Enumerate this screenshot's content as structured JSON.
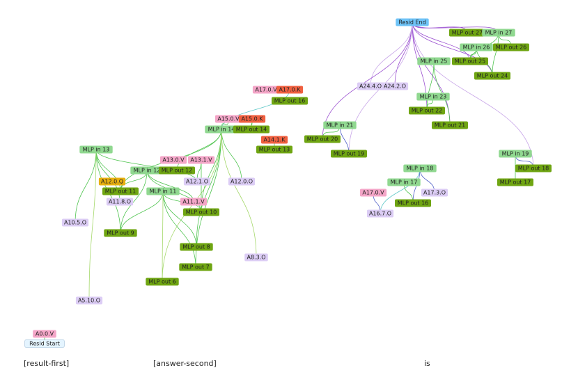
{
  "colors": {
    "mlp_in": "#90d890",
    "mlp_out": "#6fa512",
    "attn_v": "#f4a6c8",
    "attn_k": "#f06040",
    "attn_o": "#dccdf5",
    "attn_q": "#e8b010",
    "resid_end": "#6ec3f7",
    "resid_start": "#e4f4ff",
    "edge_green": "#4fc44f",
    "edge_lightgreen": "#a5d86b",
    "edge_purple": "#9a4fd0",
    "edge_lightpurple": "#c8a6e8",
    "edge_cyan": "#5fc8c8",
    "edge_blue": "#5060c8"
  },
  "nodes": [
    {
      "id": "resid_end",
      "label": "Resid End",
      "kind": "resid_end"
    },
    {
      "id": "mlp_out_27",
      "label": "MLP out 27",
      "kind": "mlp_out"
    },
    {
      "id": "mlp_in_27",
      "label": "MLP in 27",
      "kind": "mlp_in"
    },
    {
      "id": "mlp_in_26",
      "label": "MLP in 26",
      "kind": "mlp_in"
    },
    {
      "id": "mlp_out_26",
      "label": "MLP out 26",
      "kind": "mlp_out"
    },
    {
      "id": "mlp_out_25",
      "label": "MLP out 25",
      "kind": "mlp_out"
    },
    {
      "id": "mlp_in_25",
      "label": "MLP in 25",
      "kind": "mlp_in"
    },
    {
      "id": "mlp_out_24",
      "label": "MLP out 24",
      "kind": "mlp_out"
    },
    {
      "id": "a24_4_o",
      "label": "A24.4.O",
      "kind": "attn_o"
    },
    {
      "id": "a24_2_o",
      "label": "A24.2.O",
      "kind": "attn_o"
    },
    {
      "id": "mlp_in_23",
      "label": "MLP in 23",
      "kind": "mlp_in"
    },
    {
      "id": "mlp_out_22",
      "label": "MLP out 22",
      "kind": "mlp_out"
    },
    {
      "id": "mlp_in_21",
      "label": "MLP in 21",
      "kind": "mlp_in"
    },
    {
      "id": "mlp_out_21",
      "label": "MLP out 21",
      "kind": "mlp_out"
    },
    {
      "id": "mlp_out_20",
      "label": "MLP out 20",
      "kind": "mlp_out"
    },
    {
      "id": "mlp_out_19",
      "label": "MLP out 19",
      "kind": "mlp_out"
    },
    {
      "id": "mlp_in_19",
      "label": "MLP in 19",
      "kind": "mlp_in"
    },
    {
      "id": "mlp_out_18",
      "label": "MLP out 18",
      "kind": "mlp_out"
    },
    {
      "id": "mlp_out_17",
      "label": "MLP out 17",
      "kind": "mlp_out"
    },
    {
      "id": "mlp_in_18",
      "label": "MLP in 18",
      "kind": "mlp_in"
    },
    {
      "id": "mlp_in_17",
      "label": "MLP in 17",
      "kind": "mlp_in"
    },
    {
      "id": "a17_3_o",
      "label": "A17.3.O",
      "kind": "attn_o"
    },
    {
      "id": "a17_0_v_right",
      "label": "A17.0.V",
      "kind": "attn_v"
    },
    {
      "id": "mlp_out_16",
      "label": "MLP out 16",
      "kind": "mlp_out"
    },
    {
      "id": "a16_7_o",
      "label": "A16.7.O",
      "kind": "attn_o"
    },
    {
      "id": "a17_0_v",
      "label": "A17.0.V",
      "kind": "attn_v"
    },
    {
      "id": "a17_0_k",
      "label": "A17.0.K",
      "kind": "attn_k"
    },
    {
      "id": "mlp_out_16b",
      "label": "MLP out 16",
      "kind": "mlp_out"
    },
    {
      "id": "a15_0_v",
      "label": "A15.0.V",
      "kind": "attn_v"
    },
    {
      "id": "a15_0_k",
      "label": "A15.0.K",
      "kind": "attn_k"
    },
    {
      "id": "mlp_in_14",
      "label": "MLP in 14",
      "kind": "mlp_in"
    },
    {
      "id": "mlp_out_14",
      "label": "MLP out 14",
      "kind": "mlp_out"
    },
    {
      "id": "a14_1_k",
      "label": "A14.1.K",
      "kind": "attn_k"
    },
    {
      "id": "mlp_out_13",
      "label": "MLP out 13",
      "kind": "mlp_out"
    },
    {
      "id": "mlp_in_13",
      "label": "MLP in 13",
      "kind": "mlp_in"
    },
    {
      "id": "a13_0_v",
      "label": "A13.0.V",
      "kind": "attn_v"
    },
    {
      "id": "a13_1_v",
      "label": "A13.1.V",
      "kind": "attn_v"
    },
    {
      "id": "mlp_in_12",
      "label": "MLP in 12",
      "kind": "mlp_in"
    },
    {
      "id": "mlp_out_12",
      "label": "MLP out 12",
      "kind": "mlp_out"
    },
    {
      "id": "a12_1_o",
      "label": "A12.1.O",
      "kind": "attn_o"
    },
    {
      "id": "a12_0_o",
      "label": "A12.0.O",
      "kind": "attn_o"
    },
    {
      "id": "a12_0_q",
      "label": "A12.0.Q",
      "kind": "attn_q"
    },
    {
      "id": "mlp_out_11",
      "label": "MLP out 11",
      "kind": "mlp_out"
    },
    {
      "id": "a11_8_o",
      "label": "A11.8.O",
      "kind": "attn_o"
    },
    {
      "id": "mlp_in_11",
      "label": "MLP in 11",
      "kind": "mlp_in"
    },
    {
      "id": "a11_1_v",
      "label": "A11.1.V",
      "kind": "attn_v"
    },
    {
      "id": "mlp_out_10",
      "label": "MLP out 10",
      "kind": "mlp_out"
    },
    {
      "id": "a10_5_o",
      "label": "A10.5.O",
      "kind": "attn_o"
    },
    {
      "id": "mlp_out_9",
      "label": "MLP out 9",
      "kind": "mlp_out"
    },
    {
      "id": "mlp_out_8",
      "label": "MLP out 8",
      "kind": "mlp_out"
    },
    {
      "id": "mlp_out_7",
      "label": "MLP out 7",
      "kind": "mlp_out"
    },
    {
      "id": "a8_3_o",
      "label": "A8.3.O",
      "kind": "attn_o"
    },
    {
      "id": "mlp_out_6",
      "label": "MLP out 6",
      "kind": "mlp_out"
    },
    {
      "id": "a5_10_o",
      "label": "A5.10.O",
      "kind": "attn_o"
    },
    {
      "id": "a0_0_v",
      "label": "A0.0.V",
      "kind": "attn_v"
    },
    {
      "id": "resid_start",
      "label": "Resid Start",
      "kind": "resid_start"
    }
  ],
  "edges": [
    {
      "from": "resid_end",
      "to": "mlp_out_27",
      "color": "edge_purple"
    },
    {
      "from": "resid_end",
      "to": "mlp_in_27",
      "color": "edge_purple"
    },
    {
      "from": "resid_end",
      "to": "mlp_out_25",
      "color": "edge_purple"
    },
    {
      "from": "resid_end",
      "to": "mlp_out_24",
      "color": "edge_purple"
    },
    {
      "from": "resid_end",
      "to": "a24_4_o",
      "color": "edge_lightpurple"
    },
    {
      "from": "resid_end",
      "to": "a24_2_o",
      "color": "edge_purple"
    },
    {
      "from": "resid_end",
      "to": "mlp_out_22",
      "color": "edge_purple"
    },
    {
      "from": "resid_end",
      "to": "mlp_out_21",
      "color": "edge_purple"
    },
    {
      "from": "resid_end",
      "to": "mlp_out_20",
      "color": "edge_purple"
    },
    {
      "from": "resid_end",
      "to": "mlp_out_19",
      "color": "edge_lightpurple"
    },
    {
      "from": "resid_end",
      "to": "mlp_out_18",
      "color": "edge_lightpurple"
    },
    {
      "from": "mlp_in_27",
      "to": "mlp_out_26",
      "color": "edge_green"
    },
    {
      "from": "mlp_in_27",
      "to": "mlp_out_25",
      "color": "edge_green"
    },
    {
      "from": "mlp_in_27",
      "to": "mlp_out_24",
      "color": "edge_green"
    },
    {
      "from": "mlp_in_26",
      "to": "mlp_out_25",
      "color": "edge_green"
    },
    {
      "from": "mlp_in_26",
      "to": "mlp_out_24",
      "color": "edge_green"
    },
    {
      "from": "mlp_in_25",
      "to": "mlp_out_22",
      "color": "edge_green"
    },
    {
      "from": "mlp_in_25",
      "to": "mlp_out_21",
      "color": "edge_green"
    },
    {
      "from": "mlp_in_23",
      "to": "mlp_out_22",
      "color": "edge_green"
    },
    {
      "from": "mlp_in_21",
      "to": "mlp_out_20",
      "color": "edge_green"
    },
    {
      "from": "mlp_in_21",
      "to": "mlp_out_19",
      "color": "edge_blue"
    },
    {
      "from": "mlp_in_19",
      "to": "mlp_out_18",
      "color": "edge_blue"
    },
    {
      "from": "mlp_in_19",
      "to": "mlp_out_17",
      "color": "edge_green"
    },
    {
      "from": "mlp_in_18",
      "to": "mlp_out_16",
      "color": "edge_blue"
    },
    {
      "from": "mlp_in_18",
      "to": "a17_3_o",
      "color": "edge_blue"
    },
    {
      "from": "mlp_in_18",
      "to": "a16_7_o",
      "color": "edge_cyan"
    },
    {
      "from": "mlp_in_17",
      "to": "mlp_out_16",
      "color": "edge_green"
    },
    {
      "from": "a17_0_v_right",
      "to": "a16_7_o",
      "color": "edge_blue"
    },
    {
      "from": "a17_0_k",
      "to": "mlp_in_14",
      "color": "edge_cyan"
    },
    {
      "from": "a15_0_k",
      "to": "mlp_out_14",
      "color": "edge_green"
    },
    {
      "from": "a15_0_v",
      "to": "mlp_in_14",
      "color": "edge_green"
    },
    {
      "from": "a14_1_k",
      "to": "mlp_out_13",
      "color": "edge_green"
    },
    {
      "from": "mlp_in_14",
      "to": "mlp_out_12",
      "color": "edge_green"
    },
    {
      "from": "mlp_in_14",
      "to": "mlp_out_10",
      "color": "edge_green"
    },
    {
      "from": "mlp_in_14",
      "to": "mlp_out_8",
      "color": "edge_green"
    },
    {
      "from": "mlp_in_14",
      "to": "mlp_out_7",
      "color": "edge_green"
    },
    {
      "from": "mlp_in_14",
      "to": "mlp_out_6",
      "color": "edge_lightgreen"
    },
    {
      "from": "mlp_in_14",
      "to": "a12_0_o",
      "color": "edge_green"
    },
    {
      "from": "mlp_in_14",
      "to": "a8_3_o",
      "color": "edge_lightgreen"
    },
    {
      "from": "mlp_in_14",
      "to": "mlp_out_11",
      "color": "edge_green"
    },
    {
      "from": "mlp_in_13",
      "to": "mlp_out_11",
      "color": "edge_green"
    },
    {
      "from": "mlp_in_13",
      "to": "mlp_out_9",
      "color": "edge_green"
    },
    {
      "from": "mlp_in_13",
      "to": "a11_8_o",
      "color": "edge_green"
    },
    {
      "from": "mlp_in_13",
      "to": "a10_5_o",
      "color": "edge_green"
    },
    {
      "from": "mlp_in_13",
      "to": "a12_1_o",
      "color": "edge_green"
    },
    {
      "from": "mlp_in_13",
      "to": "a5_10_o",
      "color": "edge_lightgreen"
    },
    {
      "from": "a13_1_v",
      "to": "a12_1_o",
      "color": "edge_green"
    },
    {
      "from": "a13_1_v",
      "to": "mlp_out_10",
      "color": "edge_green"
    },
    {
      "from": "mlp_in_12",
      "to": "mlp_out_11",
      "color": "edge_green"
    },
    {
      "from": "mlp_in_12",
      "to": "mlp_out_9",
      "color": "edge_green"
    },
    {
      "from": "mlp_in_12",
      "to": "mlp_out_10",
      "color": "edge_green"
    },
    {
      "from": "mlp_in_12",
      "to": "a11_1_v",
      "color": "edge_green"
    },
    {
      "from": "mlp_in_11",
      "to": "mlp_out_10",
      "color": "edge_green"
    },
    {
      "from": "mlp_in_11",
      "to": "mlp_out_9",
      "color": "edge_green"
    },
    {
      "from": "mlp_in_11",
      "to": "mlp_out_8",
      "color": "edge_green"
    },
    {
      "from": "mlp_in_11",
      "to": "mlp_out_7",
      "color": "edge_green"
    },
    {
      "from": "mlp_in_11",
      "to": "mlp_out_6",
      "color": "edge_lightgreen"
    },
    {
      "from": "a0_0_v",
      "to": "resid_start",
      "color": "edge_green"
    }
  ],
  "bottom_labels": [
    {
      "text": "[result-first]"
    },
    {
      "text": "[answer-second]"
    },
    {
      "text": "is"
    }
  ]
}
